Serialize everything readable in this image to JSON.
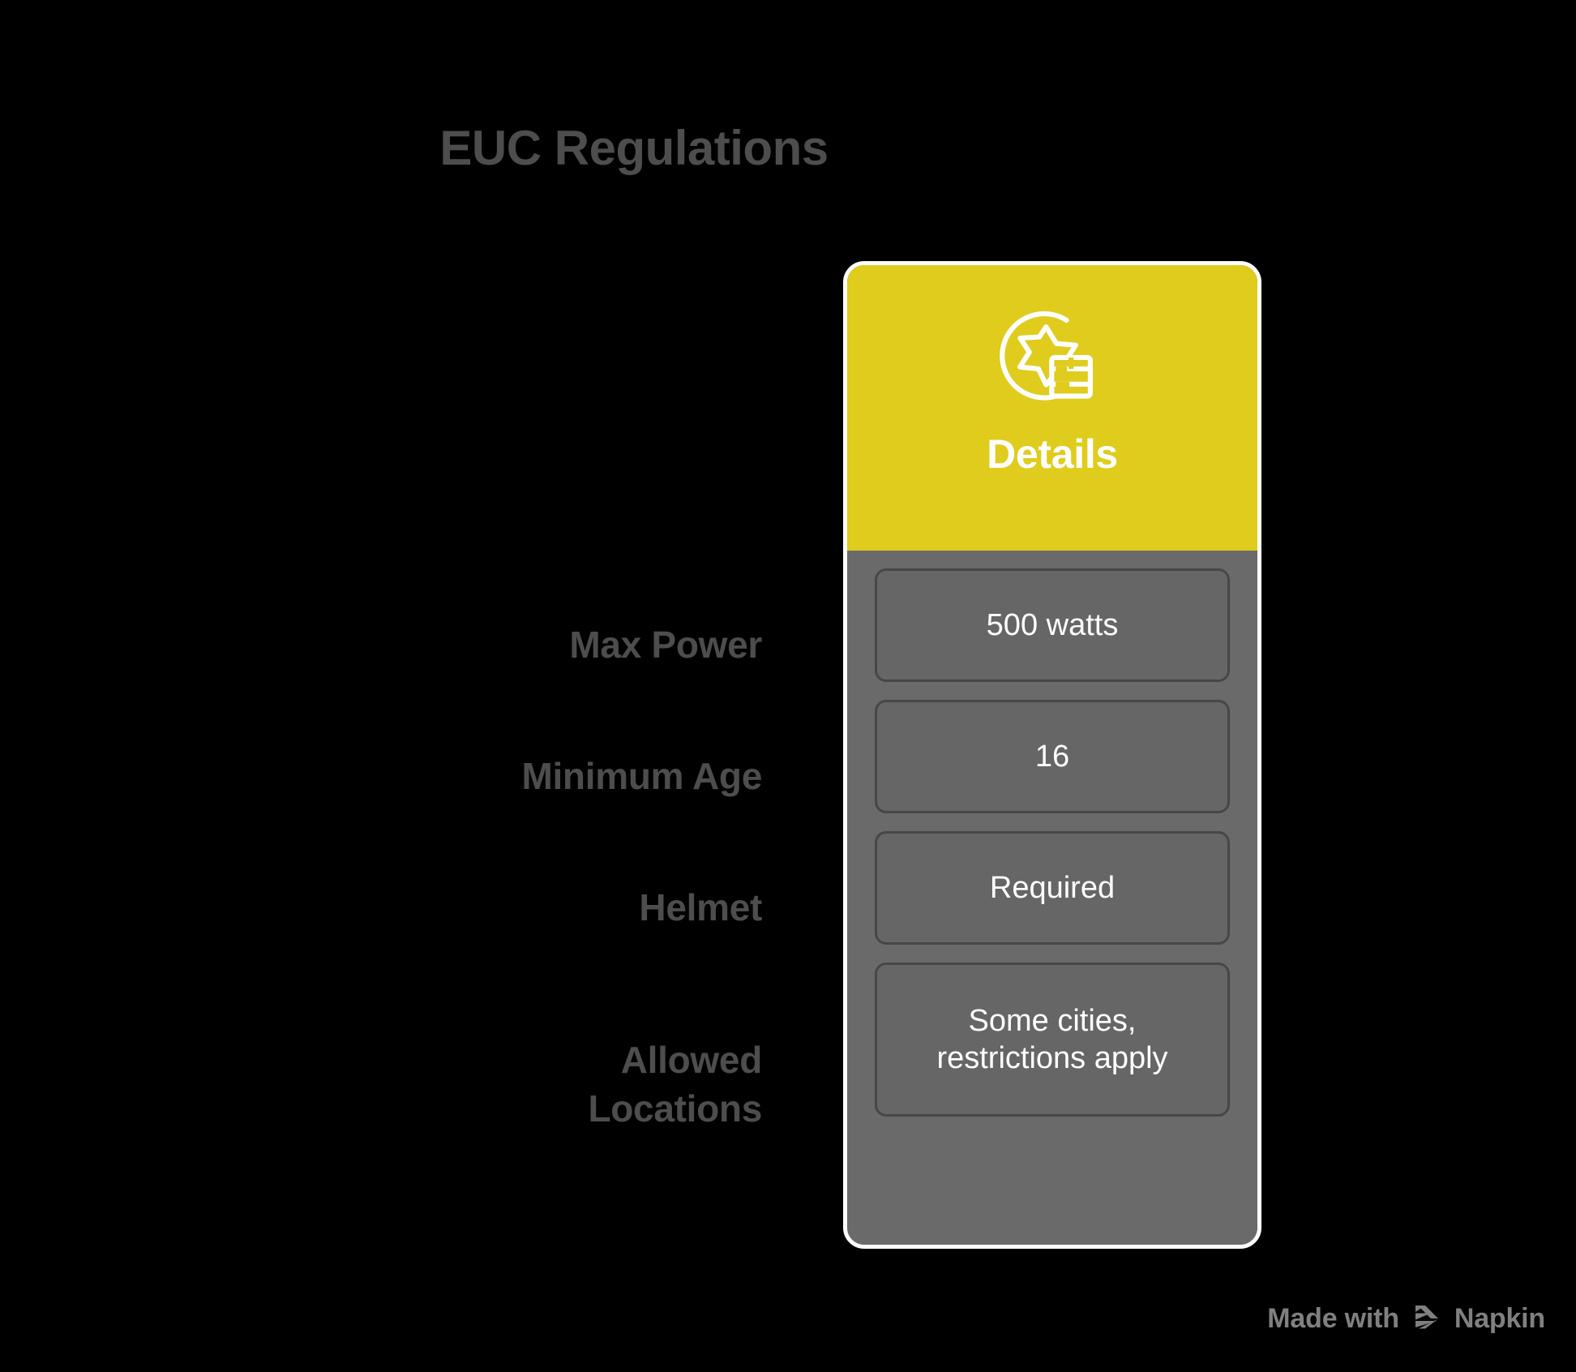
{
  "page": {
    "title": "EUC Regulations",
    "background_color": "#000000"
  },
  "colors": {
    "accent_yellow": "#dfcc1d",
    "card_body_gray": "#6a6a6a",
    "cell_gray": "#666666",
    "cell_border": "#474747",
    "label_gray": "#4d4d4d",
    "watermark_gray": "#808080",
    "card_border": "#ffffff"
  },
  "card": {
    "header": {
      "label": "Details",
      "icon": "star-badge-card-icon"
    },
    "rows": [
      {
        "label": "Max Power",
        "value": "500 watts"
      },
      {
        "label": "Minimum Age",
        "value": "16"
      },
      {
        "label": "Helmet",
        "value": "Required"
      },
      {
        "label": "Allowed\nLocations",
        "value": "Some cities,\nrestrictions apply"
      }
    ]
  },
  "footer": {
    "made_with": "Made with",
    "brand": "Napkin",
    "logo": "napkin-logo-icon"
  }
}
